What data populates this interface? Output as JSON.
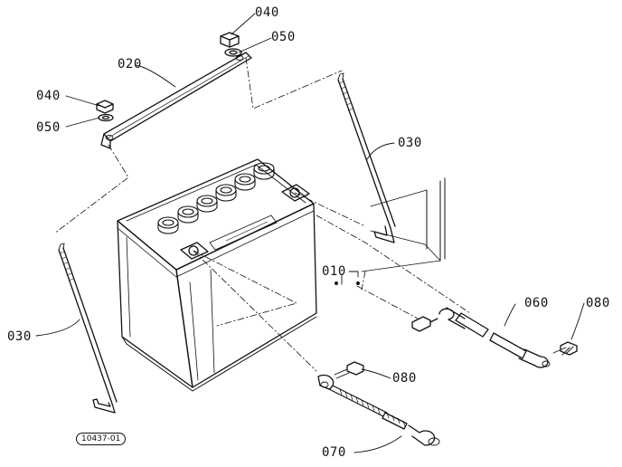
{
  "callouts": {
    "c040_top": "040",
    "c050_top": "050",
    "c020": "020",
    "c040_left": "040",
    "c050_left": "050",
    "c030_right": "030",
    "c030_left": "030",
    "c010": "010",
    "c060": "060",
    "c080_right": "080",
    "c080_bottom": "080",
    "c070": "070"
  },
  "diagram_number": "10437-01",
  "colors": {
    "ink": "#111111",
    "paper": "#ffffff"
  }
}
